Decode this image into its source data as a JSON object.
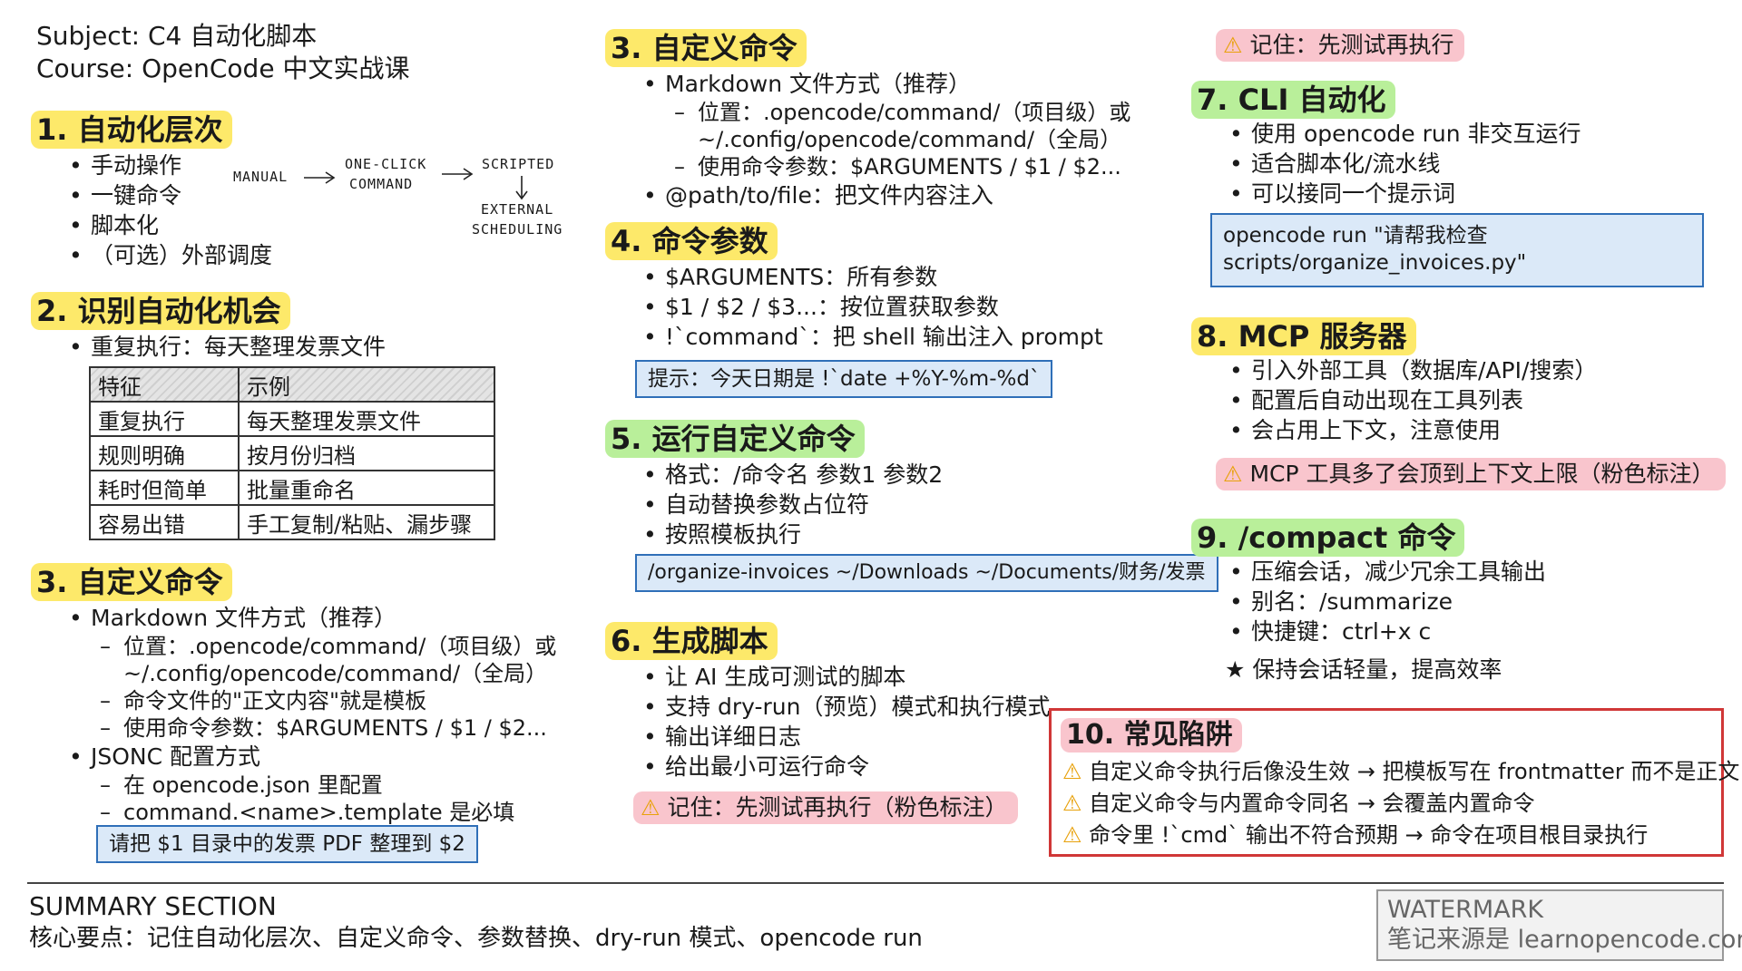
{
  "header": {
    "subject": "Subject: C4 自动化脚本",
    "course": "Course: OpenCode 中文实战课"
  },
  "sec1": {
    "title": "1. 自动化层次",
    "items": [
      "手动操作",
      "一键命令",
      "脚本化",
      "（可选）外部调度"
    ],
    "diagram": {
      "manual": "MANUAL",
      "oneclick1": "ONE-CLICK",
      "oneclick2": "COMMAND",
      "scripted": "SCRIPTED",
      "external1": "EXTERNAL",
      "external2": "SCHEDULING"
    }
  },
  "sec2": {
    "title": "2. 识别自动化机会",
    "item": "重复执行：每天整理发票文件",
    "table": {
      "headers": [
        "特征",
        "示例"
      ],
      "rows": [
        [
          "重复执行",
          "每天整理发票文件"
        ],
        [
          "规则明确",
          "按月份归档"
        ],
        [
          "耗时但简单",
          "批量重命名"
        ],
        [
          "容易出错",
          "手工复制/粘贴、漏步骤"
        ]
      ]
    }
  },
  "sec3a": {
    "title": "3. 自定义命令",
    "md": "Markdown 文件方式（推荐）",
    "loc1": "位置：.opencode/command/（项目级）或",
    "loc2": "~/.config/opencode/command/（全局）",
    "body": "命令文件的\"正文内容\"就是模板",
    "args": "使用命令参数：$ARGUMENTS / $1 / $2...",
    "jsonc": "JSONC 配置方式",
    "cfg": "在 opencode.json 里配置",
    "tpl": "command.<name>.template 是必填",
    "code": "请把 $1 目录中的发票 PDF 整理到 $2"
  },
  "sec3b": {
    "title": "3. 自定义命令",
    "md": "Markdown 文件方式（推荐）",
    "loc1": "位置：.opencode/command/（项目级）或",
    "loc2": "~/.config/opencode/command/（全局）",
    "args": "使用命令参数：$ARGUMENTS / $1 / $2...",
    "inject": "@path/to/file：把文件内容注入"
  },
  "sec4": {
    "title": "4. 命令参数",
    "items": [
      "$ARGUMENTS：所有参数",
      "$1 / $2 / $3...：按位置获取参数",
      "!`command`：把 shell 输出注入 prompt"
    ],
    "code": "提示：今天日期是 !`date +%Y-%m-%d`"
  },
  "sec5": {
    "title": "5. 运行自定义命令",
    "items": [
      "格式：/命令名 参数1 参数2",
      "自动替换参数占位符",
      "按照模板执行"
    ],
    "code": "/organize-invoices ~/Downloads ~/Documents/财务/发票"
  },
  "sec6": {
    "title": "6. 生成脚本",
    "items": [
      "让 AI 生成可测试的脚本",
      "支持 dry-run（预览）模式和执行模式",
      "输出详细日志",
      "给出最小可运行命令"
    ],
    "note": "记住：先测试再执行（粉色标注）"
  },
  "top_note": "记住：先测试再执行",
  "sec7": {
    "title": "7. CLI 自动化",
    "items": [
      "使用 opencode run 非交互运行",
      "适合脚本化/流水线",
      "可以接同一个提示词"
    ],
    "code1": "opencode run \"请帮我检查",
    "code2": "scripts/organize_invoices.py\""
  },
  "sec8": {
    "title": "8. MCP 服务器",
    "items": [
      "引入外部工具（数据库/API/搜索）",
      "配置后自动出现在工具列表",
      "会占用上下文，注意使用"
    ],
    "note": "MCP 工具多了会顶到上下文上限（粉色标注）"
  },
  "sec9": {
    "title": "9. /compact 命令",
    "items": [
      "压缩会话，减少冗余工具输出",
      "别名：/summarize",
      "快捷键：ctrl+x c"
    ],
    "star": "保持会话轻量，提高效率"
  },
  "sec10": {
    "title": "10. 常见陷阱",
    "items": [
      "自定义命令执行后像没生效 → 把模板写在 frontmatter 而不是正文",
      "自定义命令与内置命令同名 → 会覆盖内置命令",
      "命令里 !`cmd` 输出不符合预期 → 命令在项目根目录执行"
    ]
  },
  "summary": {
    "title": "SUMMARY SECTION",
    "text": "核心要点：记住自动化层次、自定义命令、参数替换、dry-run 模式、opencode run"
  },
  "watermark": {
    "line1": "WATERMARK",
    "line2": "笔记来源是 learnopencode.com"
  },
  "colors": {
    "yellow_highlight": "#fde96a",
    "green_highlight": "#b9ef9a",
    "pink_highlight": "#f9c5cd",
    "code_box_fill": "#dbe9f8",
    "code_box_border": "#2f6fb8",
    "pitfall_border": "#d03737"
  },
  "icons": {
    "warning": "warning-icon",
    "star": "star-icon"
  }
}
